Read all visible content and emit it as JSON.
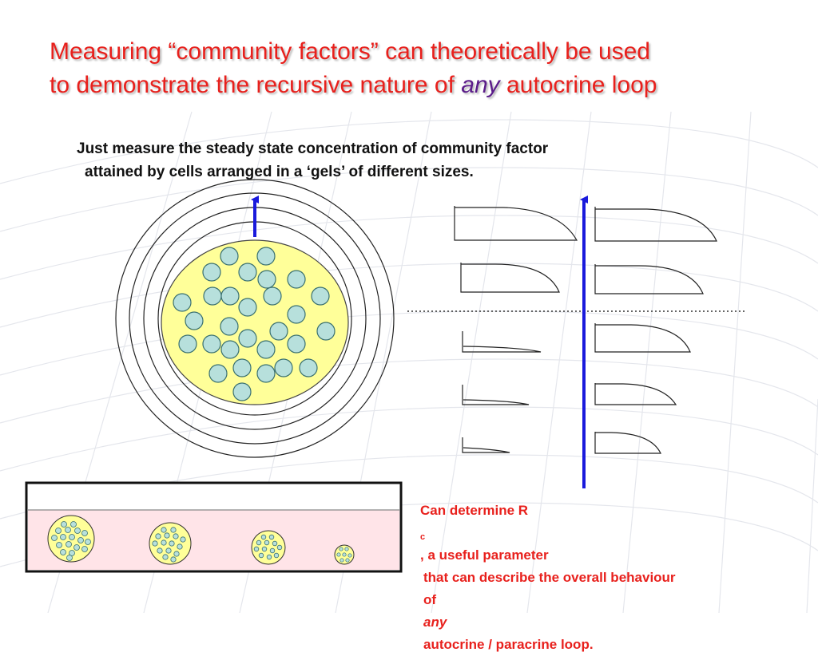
{
  "slide": {
    "title_line1": "Measuring “community factors” can theoretically be used",
    "title_line2_before": "to demonstrate the recursive nature of ",
    "title_emphasis": "any",
    "title_line2_after": "  autocrine loop",
    "subtitle_line1": "Just measure the steady state concentration of community factor",
    "subtitle_line2": "attained by cells arranged in a ‘gels’ of different sizes.",
    "caption_line1_before": "Can determine R",
    "caption_subscript": "c",
    "caption_line1_after": ", a useful parameter",
    "caption_line2": "that can describe the overall behaviour",
    "caption_line3_before": "of ",
    "caption_line3_emphasis": "any",
    "caption_line3_after": " autocrine / paracrine loop."
  },
  "colors": {
    "title": "#e8201c",
    "title_emphasis": "#5b1d8a",
    "caption": "#e8201c",
    "gel_fill": "#ffff99",
    "cell_fill": "#b7e0dc",
    "arrow": "#1a1adc",
    "tray_fill": "#ffe4e8"
  }
}
